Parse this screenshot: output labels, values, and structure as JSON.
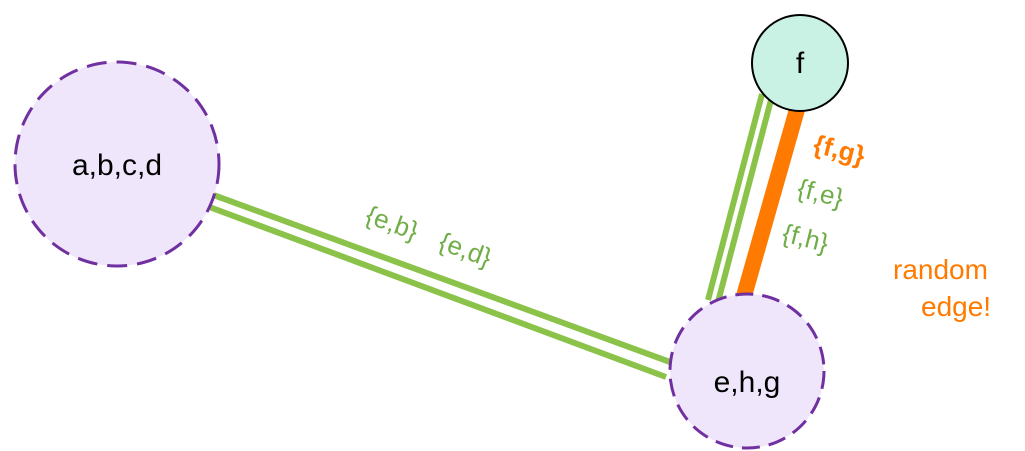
{
  "colors": {
    "supernode_fill": "#EFE6FC",
    "supernode_stroke": "#7030A0",
    "node_f_fill": "#C9F2E5",
    "node_f_stroke": "#000000",
    "edge_green": "#8BC34A",
    "edge_label_green": "#70AD47",
    "edge_orange": "#FF7A00"
  },
  "nodes": {
    "abcd": {
      "label": "a,b,c,d"
    },
    "ehg": {
      "label": "e,h,g"
    },
    "f": {
      "label": "f"
    }
  },
  "edges": {
    "abcd_ehg": {
      "labels": [
        "{e,b}",
        "{e,d}"
      ]
    },
    "f_ehg": {
      "labels": [
        "{f,g}",
        "{f,e}",
        "{f,h}"
      ],
      "highlighted_label": "{f,g}"
    }
  },
  "annotation": {
    "line1": "random",
    "line2": "edge!"
  }
}
